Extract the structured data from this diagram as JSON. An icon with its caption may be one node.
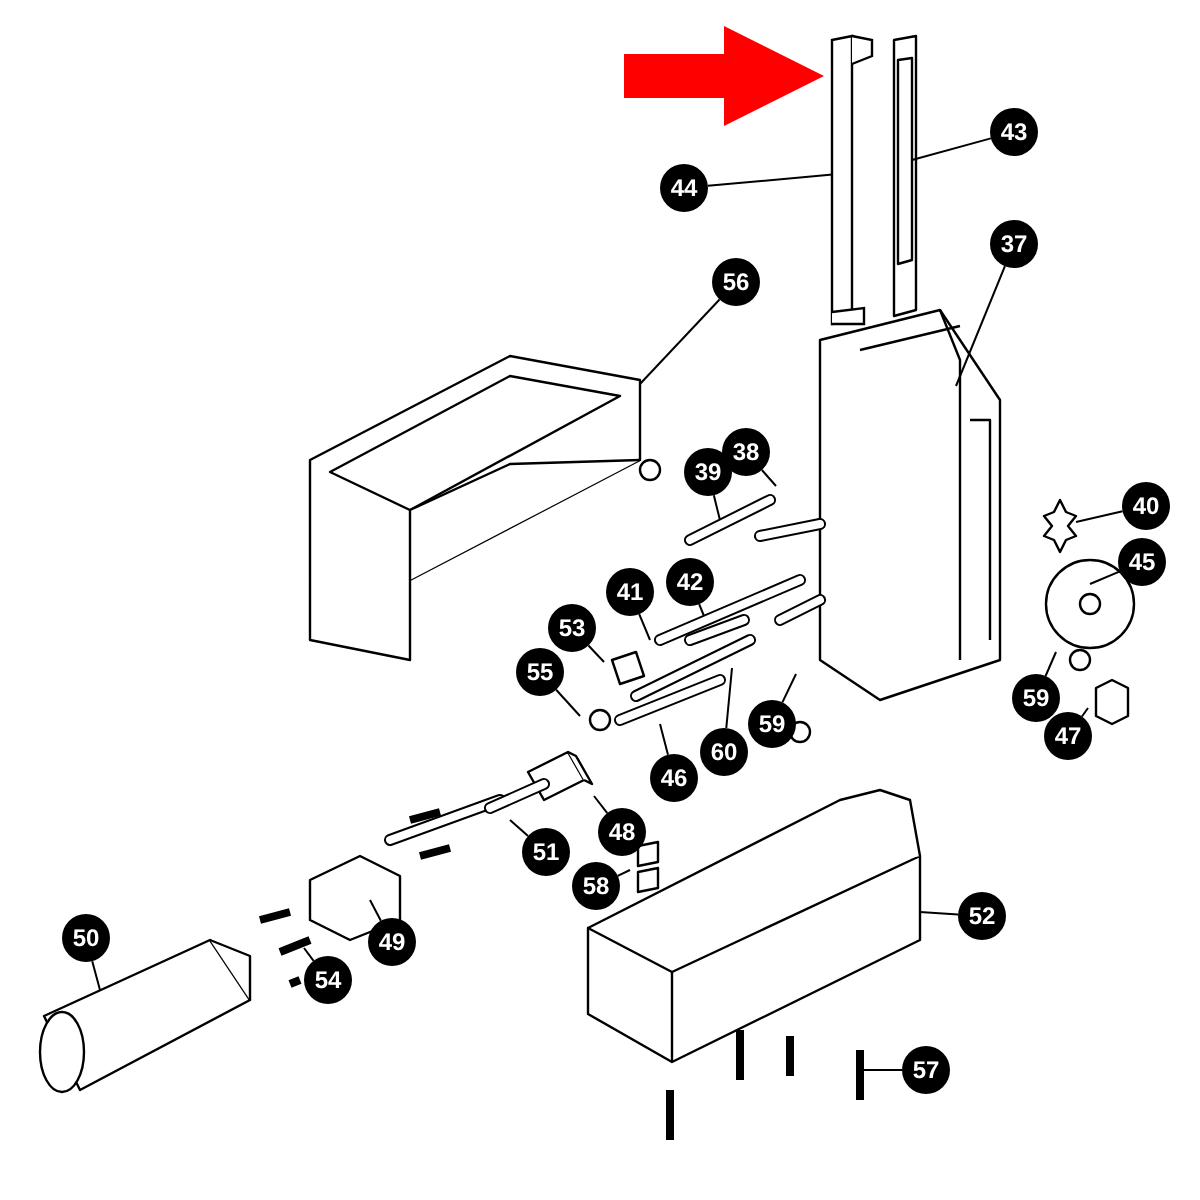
{
  "diagram": {
    "nodes": [
      {
        "text": [
          "43"
        ]
      },
      {
        "text": [
          "44"
        ]
      },
      {
        "text": [
          "37"
        ]
      },
      {
        "text": [
          "56"
        ]
      },
      {
        "text": [
          "38"
        ]
      },
      {
        "text": [
          "39"
        ]
      },
      {
        "text": [
          "40"
        ]
      },
      {
        "text": [
          "45"
        ]
      },
      {
        "text": [
          "42"
        ]
      },
      {
        "text": [
          "41"
        ]
      },
      {
        "text": [
          "53"
        ]
      },
      {
        "text": [
          "55"
        ]
      },
      {
        "text": [
          "59"
        ]
      },
      {
        "text": [
          "59"
        ]
      },
      {
        "text": [
          "47"
        ]
      },
      {
        "text": [
          "60"
        ]
      },
      {
        "text": [
          "46"
        ]
      },
      {
        "text": [
          "48"
        ]
      },
      {
        "text": [
          "51"
        ]
      },
      {
        "text": [
          "58"
        ]
      },
      {
        "text": [
          "52"
        ]
      },
      {
        "text": [
          "50"
        ]
      },
      {
        "text": [
          "49"
        ]
      },
      {
        "text": [
          "54"
        ]
      },
      {
        "text": [
          "57"
        ]
      },
      {
        "text": [],
        "shape": "bar"
      }
    ],
    "edges": [
      {
        "from": 0,
        "to": null,
        "arrow": "none"
      },
      {
        "from": 1,
        "to": 25,
        "arrow": "none"
      },
      {
        "from": 2,
        "to": null,
        "arrow": "none"
      },
      {
        "from": 3,
        "to": null,
        "arrow": "none"
      },
      {
        "from": 4,
        "to": null,
        "arrow": "none"
      },
      {
        "from": 5,
        "to": null,
        "arrow": "none"
      },
      {
        "from": 6,
        "to": null,
        "arrow": "none"
      },
      {
        "from": 7,
        "to": null,
        "arrow": "none"
      },
      {
        "from": 8,
        "to": null,
        "arrow": "none"
      },
      {
        "from": 9,
        "to": null,
        "arrow": "none"
      },
      {
        "from": 10,
        "to": null,
        "arrow": "none"
      },
      {
        "from": 11,
        "to": null,
        "arrow": "none"
      },
      {
        "from": 12,
        "to": null,
        "arrow": "none"
      },
      {
        "from": 13,
        "to": null,
        "arrow": "none"
      },
      {
        "from": 14,
        "to": null,
        "arrow": "none"
      },
      {
        "from": 15,
        "to": null,
        "arrow": "none"
      },
      {
        "from": 16,
        "to": null,
        "arrow": "none"
      },
      {
        "from": 17,
        "to": null,
        "arrow": "none"
      },
      {
        "from": 18,
        "to": null,
        "arrow": "none"
      },
      {
        "from": 19,
        "to": null,
        "arrow": "none"
      },
      {
        "from": 20,
        "to": null,
        "arrow": "none"
      },
      {
        "from": 21,
        "to": null,
        "arrow": "none"
      },
      {
        "from": 22,
        "to": null,
        "arrow": "none"
      },
      {
        "from": 23,
        "to": null,
        "arrow": "none"
      },
      {
        "from": 24,
        "to": null,
        "arrow": "none"
      },
      {
        "from": null,
        "to": 25,
        "arrow": "to",
        "style": "thick",
        "color": "#ff0000"
      }
    ]
  }
}
